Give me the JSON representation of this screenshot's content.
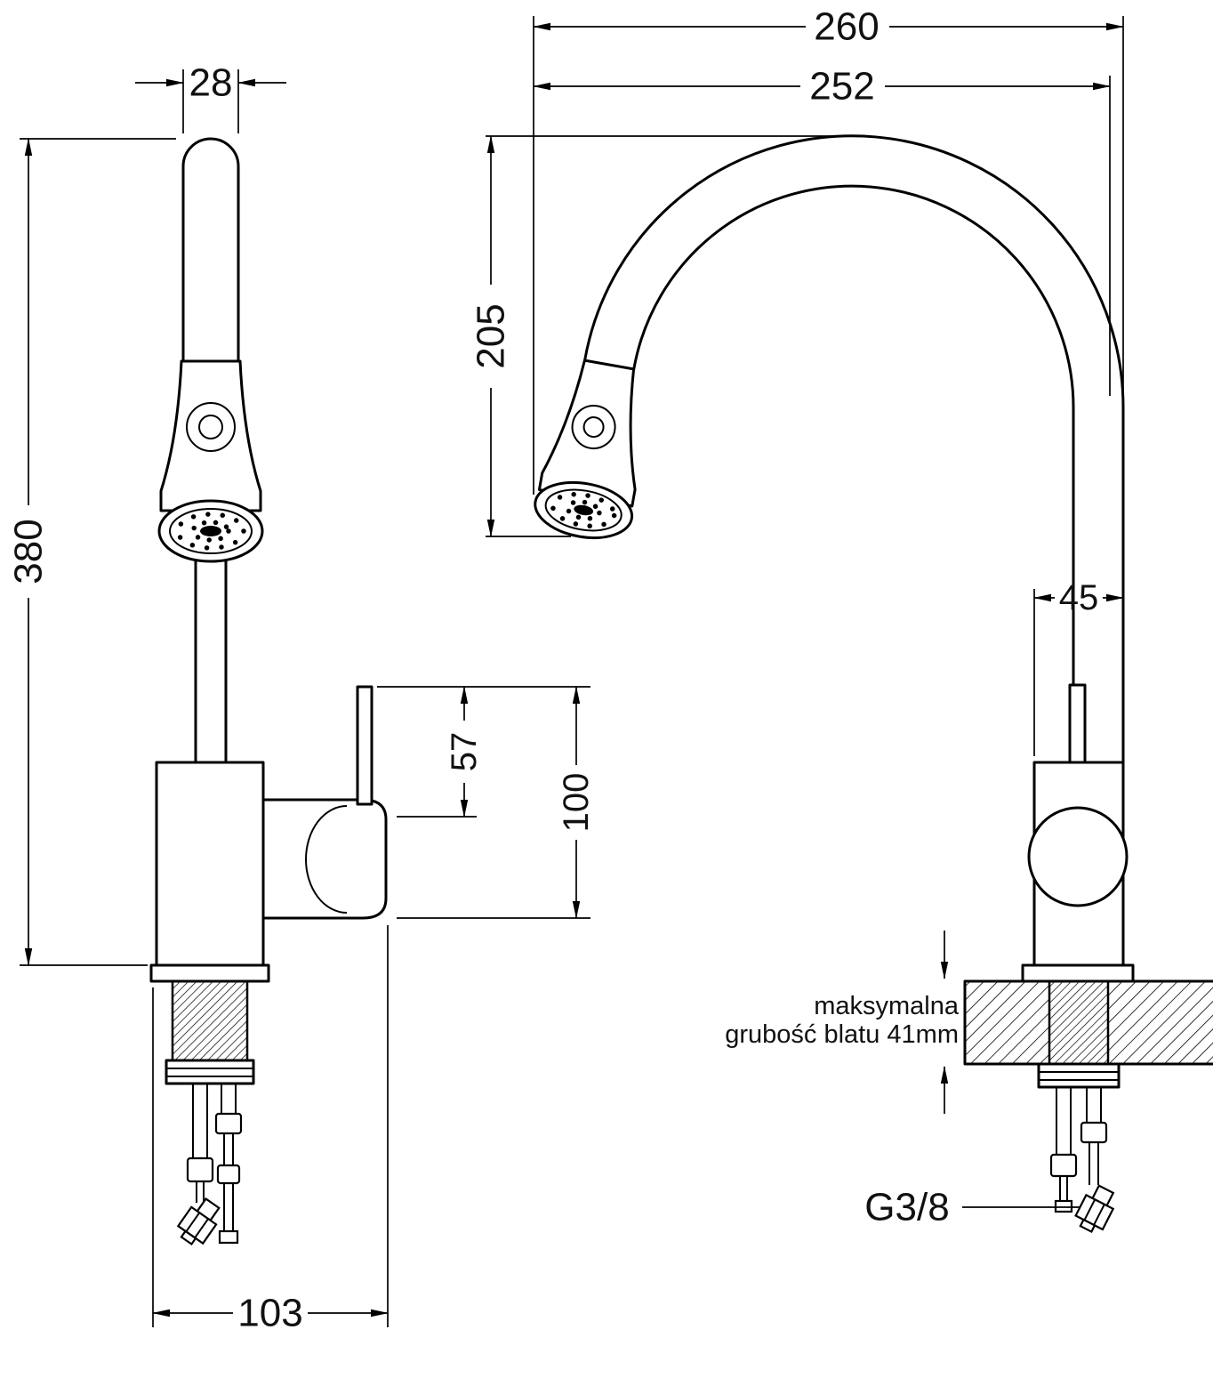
{
  "front_view": {
    "spout_width": "28",
    "total_height": "380",
    "lever_offset": "57",
    "lever_height": "100",
    "base_depth": "103"
  },
  "side_view": {
    "total_reach": "260",
    "spout_reach": "252",
    "spout_height": "205",
    "body_depth": "45",
    "counter_note_line1": "maksymalna",
    "counter_note_line2": "grubość blatu 41mm",
    "thread_size": "G3/8"
  }
}
